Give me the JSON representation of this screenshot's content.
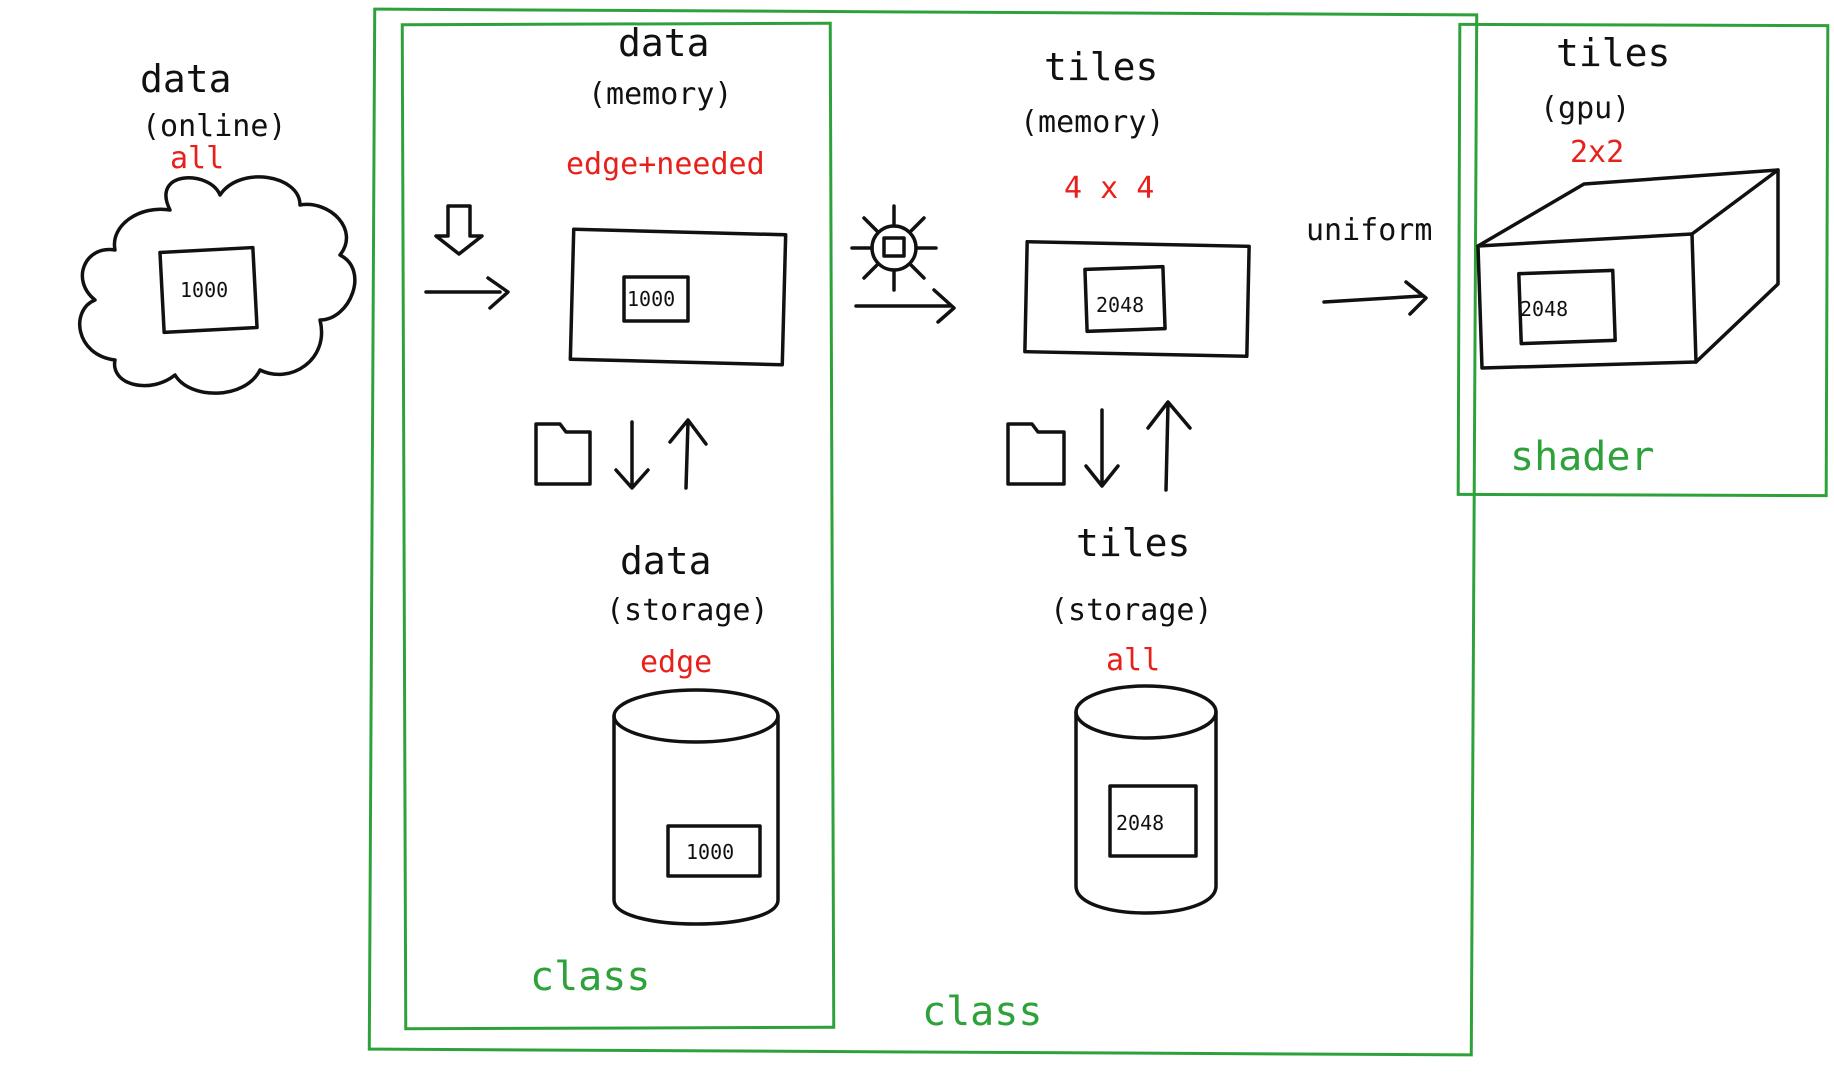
{
  "online": {
    "title": "data",
    "sub": "(online)",
    "note": "all",
    "value": "1000"
  },
  "data_memory": {
    "title": "data",
    "sub": "(memory)",
    "note": "edge+needed",
    "value": "1000"
  },
  "data_storage": {
    "title": "data",
    "sub": "(storage)",
    "note": "edge",
    "value": "1000"
  },
  "tiles_memory": {
    "title": "tiles",
    "sub": "(memory)",
    "note": "4 x 4",
    "value": "2048"
  },
  "tiles_storage": {
    "title": "tiles",
    "sub": "(storage)",
    "note": "all",
    "value": "2048"
  },
  "tiles_gpu": {
    "title": "tiles",
    "sub": "(gpu)",
    "note": "2x2",
    "value": "2048"
  },
  "uniform_label": "uniform",
  "frames": {
    "inner": "class",
    "outer": "class",
    "shader": "shader"
  },
  "icons": [
    "download-arrow-icon",
    "gear-icon",
    "folder-icon",
    "arrow-down-icon",
    "arrow-up-icon",
    "cloud-icon",
    "database-icon",
    "gpu-box-icon"
  ],
  "colors": {
    "ink": "#111111",
    "note": "#e8201c",
    "frame": "#2ea23a"
  }
}
